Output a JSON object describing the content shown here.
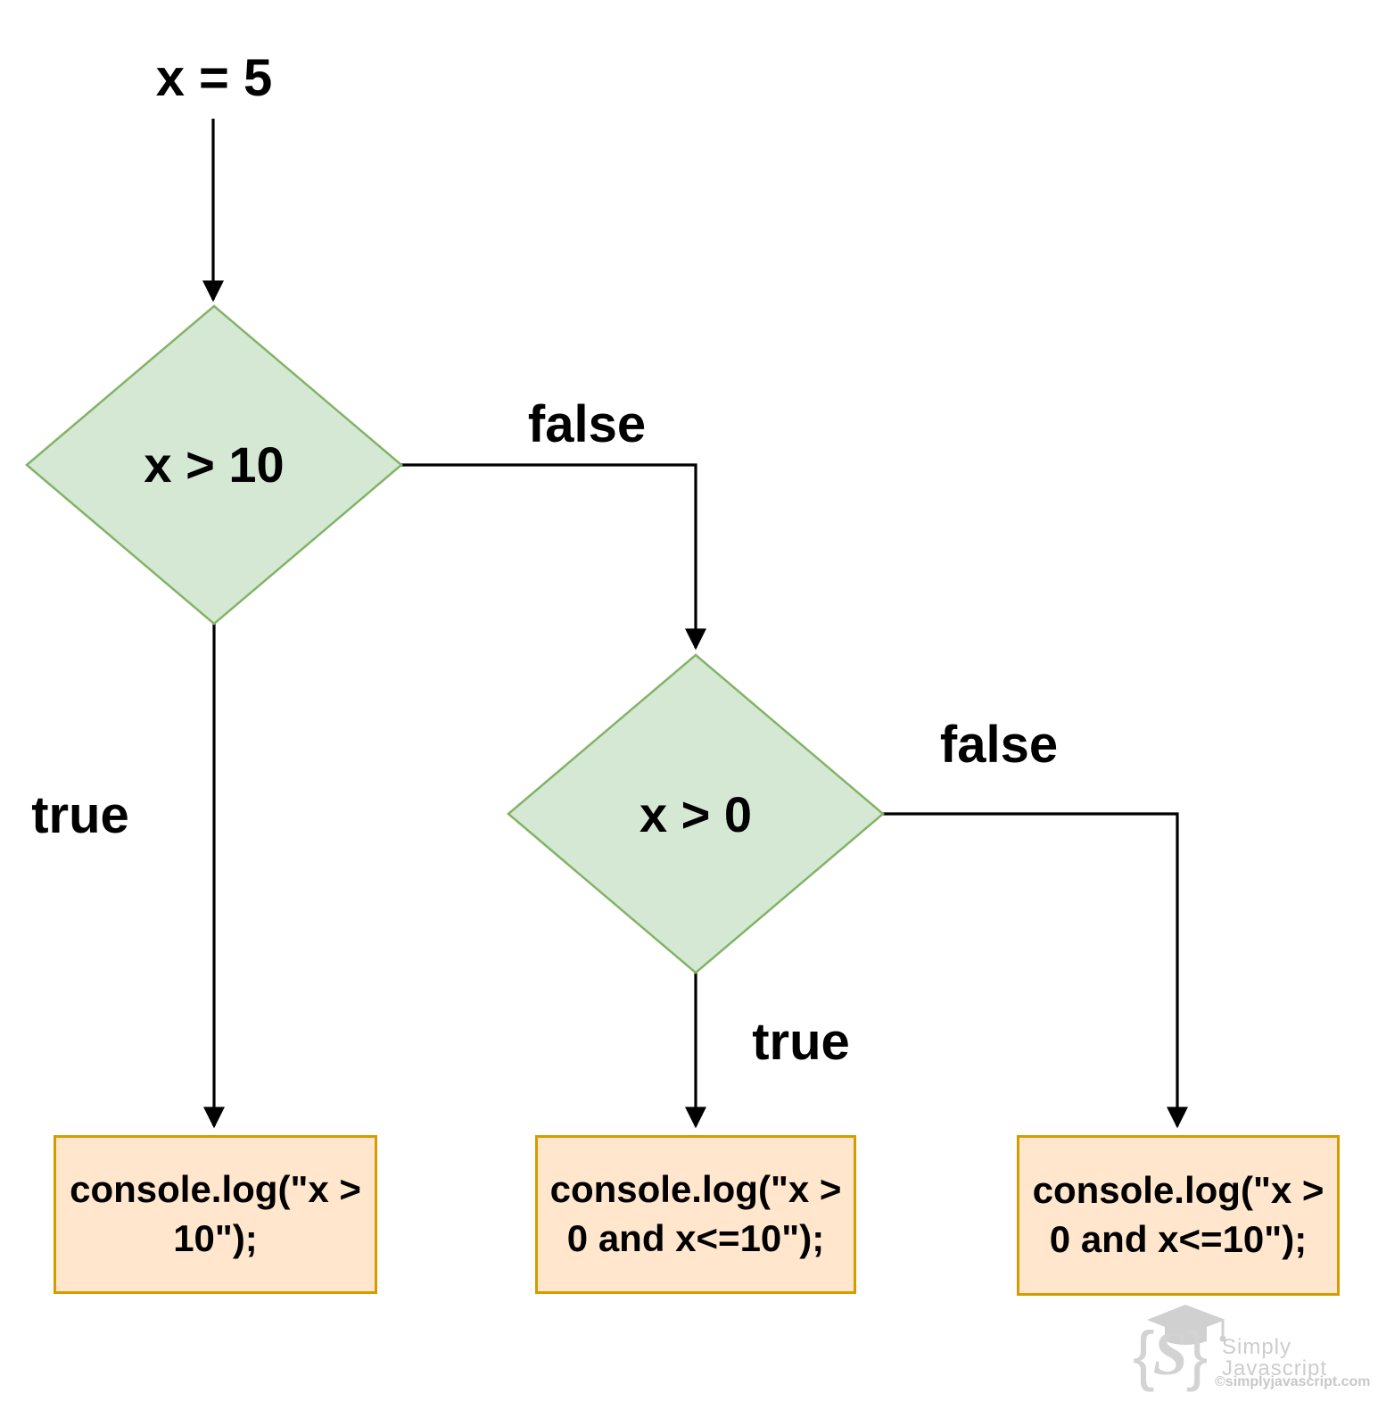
{
  "colors": {
    "decision_fill": "#d5e8d4",
    "decision_border": "#82b366",
    "process_fill": "#ffe6cc",
    "process_border": "#d79b00",
    "connector": "#000000",
    "text": "#000000",
    "watermark_gray": "#d0d0d0",
    "background": "#ffffff"
  },
  "flowchart": {
    "start_label": "x = 5",
    "decision1": {
      "label": "x > 10"
    },
    "decision2": {
      "label": "x > 0"
    },
    "edge_labels": {
      "decision1_true": "true",
      "decision1_false": "false",
      "decision2_true": "true",
      "decision2_false": "false"
    },
    "process1": {
      "line1": "console.log(\"x >",
      "line2": "10\");"
    },
    "process2": {
      "line1": "console.log(\"x >",
      "line2": "0 and x<=10\");"
    },
    "process3": {
      "line1": "console.log(\"x >",
      "line2": "0 and x<=10\");"
    }
  },
  "watermark": {
    "monogram_open": "{",
    "monogram_letter": "S",
    "monogram_close": "}",
    "brand_line1": "Simply",
    "brand_line2": "Javascript",
    "site": "©simplyjavascript.com"
  }
}
